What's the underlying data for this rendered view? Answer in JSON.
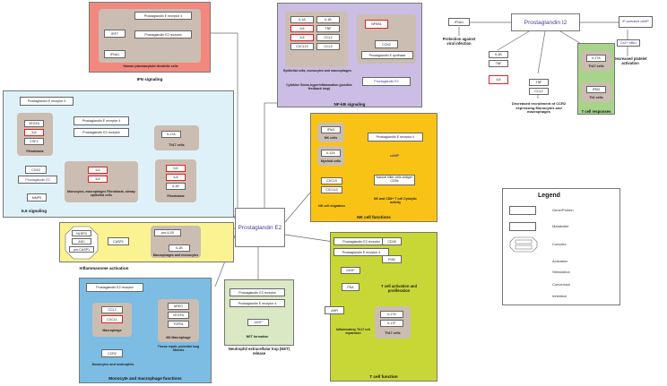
{
  "center": {
    "label": "Prostaglandin E2"
  },
  "pgi2": {
    "label": "Prostaglandin I2",
    "ifna1": "IFNA1",
    "protection": "Protection against viral infection",
    "camp": "IP-activated cAMP",
    "ca": "Ca2+ efflux",
    "platelet": "Decreased platelet activation",
    "il1b": "IL1B",
    "tnf1": "TNF",
    "il6": "IL6",
    "tnf2": "TNF",
    "ccl2": "CCL2",
    "ccr2": "Decreased recruitment of CCR2 expressing Monocytes and macrophages",
    "il17a": "IL17A",
    "th17": "Th17 cells",
    "ifng": "IFNG",
    "th1": "Th1 cells",
    "tcr": "T cell responses"
  },
  "ifn": {
    "title": "IFN signaling",
    "ep4": "Prostaglandin E receptor 4",
    "ep2": "Prostaglandin E2 receptor",
    "irf7": "IRF7",
    "ifna1": "IFNA1",
    "cells": "Human plasmacytoid dendritic cells"
  },
  "nfkb": {
    "title": "NF-kB signaling",
    "genes": [
      "IL1A",
      "IL1B",
      "IL6",
      "TNF",
      "IL8",
      "CCL2",
      "CXCL10",
      "CCL3"
    ],
    "cells": "Epithelial cells, monocytes and macrophages",
    "storm": "Cytokine Storm,hyperinflammation (positive feedback loop)",
    "nfkb1": "NFKB1",
    "cox2": "COX2",
    "pges": "Prostaglandin E synthase",
    "pge2": "Prostaglandin E2"
  },
  "il6": {
    "title": "IL6 signaling",
    "ep4": "Prostaglandin E receptor 4",
    "vegfa": "VEGFA",
    "il6": "IL6",
    "csf1": "CSF1",
    "fib": "Fibroblasts",
    "ep4b": "Prostaglandin E receptor 4",
    "ep2": "Prostaglandin E2 receptor",
    "il17a": "IL17A",
    "th17": "Th17 cells",
    "cox2": "COX2",
    "pge2": "Prostaglandin E2",
    "mmp9": "MMP9",
    "il6b": "IL6",
    "il8b": "IL8",
    "mono": "Monocytes, macrophages Fibroblasts, airway epithelial cells",
    "il6c": "IL6",
    "il8c": "IL8",
    "il1b": "IL1B",
    "fib2": "Fibroblasts"
  },
  "nk": {
    "title": "NK cell functions",
    "ifng": "IFNG",
    "nkcells": "NK cells",
    "il12a": "IL12A",
    "myeloid": "Myeloid cells",
    "ep4": "Prostaglandin E receptor 4",
    "camp": "cAMP",
    "nkag": "Natural killer cells antigen CD94",
    "cxcl9": "CXCL9",
    "cxcl10": "CXCL10",
    "mig": "NK cell migration",
    "cyto": "NK and CD8+ T cell Cytolytic activity"
  },
  "infl": {
    "title": "Inflammasome activation",
    "nlrp3": "NLRP3",
    "asc": "ASC",
    "procasp": "pro-CASP1",
    "casp1": "CASP1",
    "proil": "pro-IL1B",
    "il1b": "IL1B",
    "macro": "Macrophages and monocytes"
  },
  "mono": {
    "title": "Monocyte and macrophage functions",
    "ep2": "Prostaglandin E2 receptor",
    "ccl2": "CCL2",
    "cxcl1": "CXCL1",
    "macro": "Macrophage",
    "ccr2": "CCR2",
    "neut": "Monocytes and neutrophils",
    "areg": "AREG",
    "vegfa": "VEGFA",
    "tgfb1": "TGFB1",
    "m2": "M2 Macrophage",
    "repair": "Tissue repair, potential lung fibrosis"
  },
  "net": {
    "title": "Neutrophil extracellular trap (NET) release",
    "ep2": "Prostaglandin E2 receptor",
    "ep4": "Prostaglandin E receptor 4",
    "camp": "cAMP",
    "form": "NET formation"
  },
  "tcell": {
    "title": "T cell function",
    "ep2": "Prostaglandin E2 receptor",
    "ep4": "Prostaglandin E receptor 4",
    "cd28": "CD28",
    "pi3k": "PI3K",
    "camp": "cAMP",
    "pka": "PKA",
    "act": "T cell activation and proliferation",
    "ahr": "AHR",
    "il17a": "IL17A",
    "il17f": "IL17F",
    "th17": "Th17 cells",
    "th17exp": "Inflammatory Th17 cell expansion"
  },
  "legend": {
    "title": "Legend",
    "gene": "Gene/Protein",
    "met": "Metabolite",
    "complex": "Complex",
    "act": "Activation",
    "stim": "Stimulation",
    "conv": "Conversion",
    "inh": "Inhibition"
  }
}
